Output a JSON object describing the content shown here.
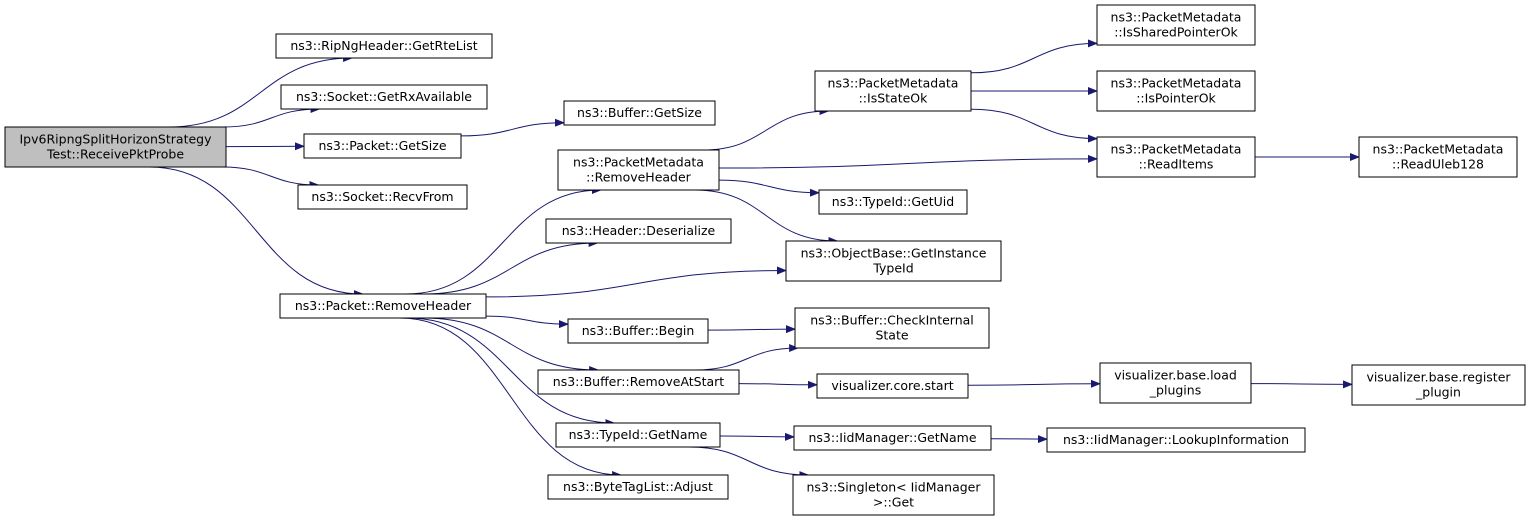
{
  "colors": {
    "edge": "#191970",
    "root_fill": "#bfbfbf",
    "node_fill": "#ffffff",
    "node_border": "#000000"
  },
  "nodes": [
    {
      "id": "root",
      "lines": [
        "Ipv6RipngSplitHorizonStrategy",
        "Test::ReceivePktProbe"
      ],
      "is_root": true
    },
    {
      "id": "getRteList",
      "lines": [
        "ns3::RipNgHeader::GetRteList"
      ]
    },
    {
      "id": "getRxAvailable",
      "lines": [
        "ns3::Socket::GetRxAvailable"
      ]
    },
    {
      "id": "packetGetSize",
      "lines": [
        "ns3::Packet::GetSize"
      ]
    },
    {
      "id": "recvFrom",
      "lines": [
        "ns3::Socket::RecvFrom"
      ]
    },
    {
      "id": "packetRemoveHeader",
      "lines": [
        "ns3::Packet::RemoveHeader"
      ]
    },
    {
      "id": "bufferGetSize",
      "lines": [
        "ns3::Buffer::GetSize"
      ]
    },
    {
      "id": "pmRemoveHeader",
      "lines": [
        "ns3::PacketMetadata",
        "::RemoveHeader"
      ]
    },
    {
      "id": "headerDeserialize",
      "lines": [
        "ns3::Header::Deserialize"
      ]
    },
    {
      "id": "bufferBegin",
      "lines": [
        "ns3::Buffer::Begin"
      ]
    },
    {
      "id": "bufferRemoveAtStart",
      "lines": [
        "ns3::Buffer::RemoveAtStart"
      ]
    },
    {
      "id": "typeIdGetName",
      "lines": [
        "ns3::TypeId::GetName"
      ]
    },
    {
      "id": "byteTagListAdjust",
      "lines": [
        "ns3::ByteTagList::Adjust"
      ]
    },
    {
      "id": "pmIsStateOk",
      "lines": [
        "ns3::PacketMetadata",
        "::IsStateOk"
      ]
    },
    {
      "id": "typeIdGetUid",
      "lines": [
        "ns3::TypeId::GetUid"
      ]
    },
    {
      "id": "getInstanceTypeId",
      "lines": [
        "ns3::ObjectBase::GetInstance",
        "TypeId"
      ]
    },
    {
      "id": "checkInternalState",
      "lines": [
        "ns3::Buffer::CheckInternal",
        "State"
      ]
    },
    {
      "id": "visCoreStart",
      "lines": [
        "visualizer.core.start"
      ]
    },
    {
      "id": "iidGetName",
      "lines": [
        "ns3::IidManager::GetName"
      ]
    },
    {
      "id": "singletonGet",
      "lines": [
        "ns3::Singleton< IidManager",
        ">::Get"
      ]
    },
    {
      "id": "pmIsSharedPointerOk",
      "lines": [
        "ns3::PacketMetadata",
        "::IsSharedPointerOk"
      ]
    },
    {
      "id": "pmIsPointerOk",
      "lines": [
        "ns3::PacketMetadata",
        "::IsPointerOk"
      ]
    },
    {
      "id": "pmReadItems",
      "lines": [
        "ns3::PacketMetadata",
        "::ReadItems"
      ]
    },
    {
      "id": "visLoadPlugins",
      "lines": [
        "visualizer.base.load",
        "_plugins"
      ]
    },
    {
      "id": "iidLookupInformation",
      "lines": [
        "ns3::IidManager::LookupInformation"
      ]
    },
    {
      "id": "pmReadUleb128",
      "lines": [
        "ns3::PacketMetadata",
        "::ReadUleb128"
      ]
    },
    {
      "id": "visRegisterPlugin",
      "lines": [
        "visualizer.base.register",
        "_plugin"
      ]
    }
  ],
  "edges": [
    {
      "from": "root",
      "to": "getRteList"
    },
    {
      "from": "root",
      "to": "getRxAvailable"
    },
    {
      "from": "root",
      "to": "packetGetSize"
    },
    {
      "from": "root",
      "to": "recvFrom"
    },
    {
      "from": "root",
      "to": "packetRemoveHeader"
    },
    {
      "from": "packetGetSize",
      "to": "bufferGetSize"
    },
    {
      "from": "packetRemoveHeader",
      "to": "pmRemoveHeader"
    },
    {
      "from": "packetRemoveHeader",
      "to": "headerDeserialize"
    },
    {
      "from": "packetRemoveHeader",
      "to": "getInstanceTypeId"
    },
    {
      "from": "packetRemoveHeader",
      "to": "bufferBegin"
    },
    {
      "from": "packetRemoveHeader",
      "to": "bufferRemoveAtStart"
    },
    {
      "from": "packetRemoveHeader",
      "to": "typeIdGetName"
    },
    {
      "from": "packetRemoveHeader",
      "to": "byteTagListAdjust"
    },
    {
      "from": "pmRemoveHeader",
      "to": "pmIsStateOk"
    },
    {
      "from": "pmRemoveHeader",
      "to": "pmReadItems"
    },
    {
      "from": "pmRemoveHeader",
      "to": "typeIdGetUid"
    },
    {
      "from": "pmRemoveHeader",
      "to": "getInstanceTypeId"
    },
    {
      "from": "pmIsStateOk",
      "to": "pmIsSharedPointerOk"
    },
    {
      "from": "pmIsStateOk",
      "to": "pmIsPointerOk"
    },
    {
      "from": "pmIsStateOk",
      "to": "pmReadItems"
    },
    {
      "from": "pmReadItems",
      "to": "pmReadUleb128"
    },
    {
      "from": "bufferBegin",
      "to": "checkInternalState"
    },
    {
      "from": "bufferRemoveAtStart",
      "to": "checkInternalState"
    },
    {
      "from": "bufferRemoveAtStart",
      "to": "visCoreStart"
    },
    {
      "from": "visCoreStart",
      "to": "visLoadPlugins"
    },
    {
      "from": "visLoadPlugins",
      "to": "visRegisterPlugin"
    },
    {
      "from": "typeIdGetName",
      "to": "iidGetName"
    },
    {
      "from": "typeIdGetName",
      "to": "singletonGet"
    },
    {
      "from": "iidGetName",
      "to": "iidLookupInformation"
    }
  ]
}
